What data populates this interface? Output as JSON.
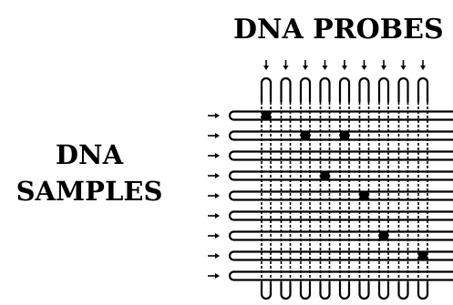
{
  "title_probes": "DNA PROBES",
  "title_samples_line1": "DNA",
  "title_samples_line2": "SAMPLES",
  "grid": {
    "probe_columns": 9,
    "sample_rows": 9,
    "hybridized_cells": [
      [
        0,
        0
      ],
      [
        1,
        2
      ],
      [
        1,
        4
      ],
      [
        3,
        3
      ],
      [
        4,
        5
      ],
      [
        6,
        6
      ],
      [
        7,
        8
      ]
    ]
  },
  "colors": {
    "ink": "#000000",
    "background": "#ffffff"
  }
}
